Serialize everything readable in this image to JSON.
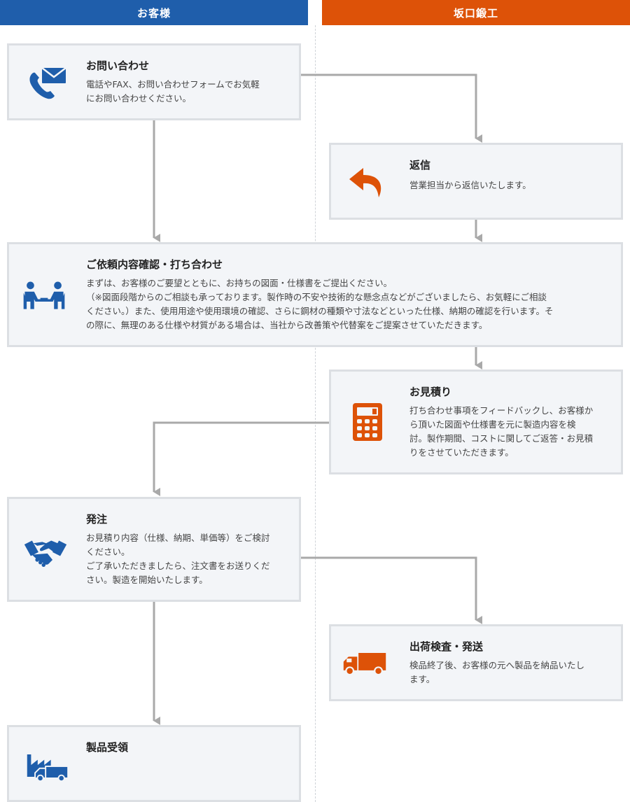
{
  "colors": {
    "customer_header": "#1f5eab",
    "company_header": "#dd5208",
    "customer_icon": "#1f5eab",
    "company_icon": "#dd5208",
    "arrow": "#a9a9a9"
  },
  "headers": {
    "customer": "お客様",
    "company": "坂口鍛工"
  },
  "steps": {
    "inquiry": {
      "icon": "phone-mail-icon",
      "title": "お問い合わせ",
      "lines": [
        "電話やFAX、お問い合わせフォームでお気軽",
        "にお問い合わせください。"
      ]
    },
    "reply": {
      "icon": "reply-arrow-icon",
      "title": "返信",
      "lines": [
        "営業担当から返信いたします。"
      ]
    },
    "consultation": {
      "icon": "meeting-people-icon",
      "title": "ご依頼内容確認・打ち合わせ",
      "lines": [
        "まずは、お客様のご要望とともに、お持ちの図面・仕様書をご提出ください。",
        "（※図面段階からのご相談も承っております。製作時の不安や技術的な懸念点などがございましたら、お気軽にご相談",
        "ください。）また、使用用途や使用環境の確認、さらに鋼材の種類や寸法などといった仕様、納期の確認を行います。そ",
        "の際に、無理のある仕様や材質がある場合は、当社から改善策や代替案をご提案させていただきます。"
      ]
    },
    "estimate": {
      "icon": "calculator-icon",
      "title": "お見積り",
      "lines": [
        "打ち合わせ事項をフィードバックし、お客様か",
        "ら頂いた図面や仕様書を元に製造内容を検",
        "討。製作期間、コストに関してご返答・お見積",
        "りをさせていただきます。"
      ]
    },
    "order": {
      "icon": "handshake-icon",
      "title": "発注",
      "lines": [
        "お見積り内容（仕様、納期、単価等）をご検討",
        "ください。",
        "ご了承いただきましたら、注文書をお送りくだ",
        "さい。製造を開始いたします。"
      ]
    },
    "shipping": {
      "icon": "truck-icon",
      "title": "出荷検査・発送",
      "lines": [
        "検品終了後、お客様の元へ製品を納品いたし",
        "ます。"
      ]
    },
    "receipt": {
      "icon": "factory-truck-icon",
      "title": "製品受領"
    }
  }
}
